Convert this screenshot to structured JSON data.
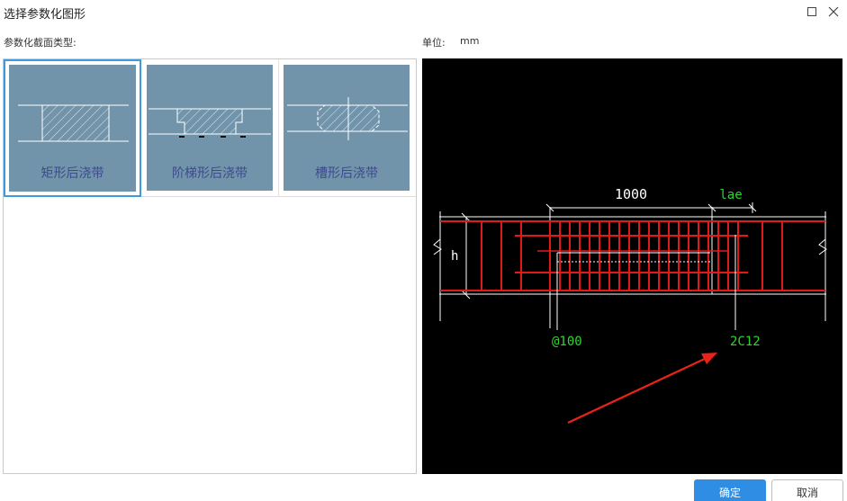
{
  "window": {
    "title": "选择参数化图形"
  },
  "labels": {
    "section_type": "参数化截面类型:",
    "unit_label": "单位:",
    "unit_value": "mm"
  },
  "types": [
    {
      "label": "矩形后浇带",
      "selected": true
    },
    {
      "label": "阶梯形后浇带",
      "selected": false
    },
    {
      "label": "槽形后浇带",
      "selected": false
    }
  ],
  "preview": {
    "dim_width": "1000",
    "dim_lae": "lae",
    "dim_h": "h",
    "spacing_label": "@100",
    "rebar_label": "2C12"
  },
  "buttons": {
    "ok": "确定",
    "cancel": "取消"
  },
  "colors": {
    "accent": "#2f8de4",
    "tile_bg": "#7194ab",
    "caption": "#3e4a8c",
    "rebar_red": "#e01a1a",
    "annotation_green": "#32d232",
    "arrow_red": "#e8231a"
  }
}
